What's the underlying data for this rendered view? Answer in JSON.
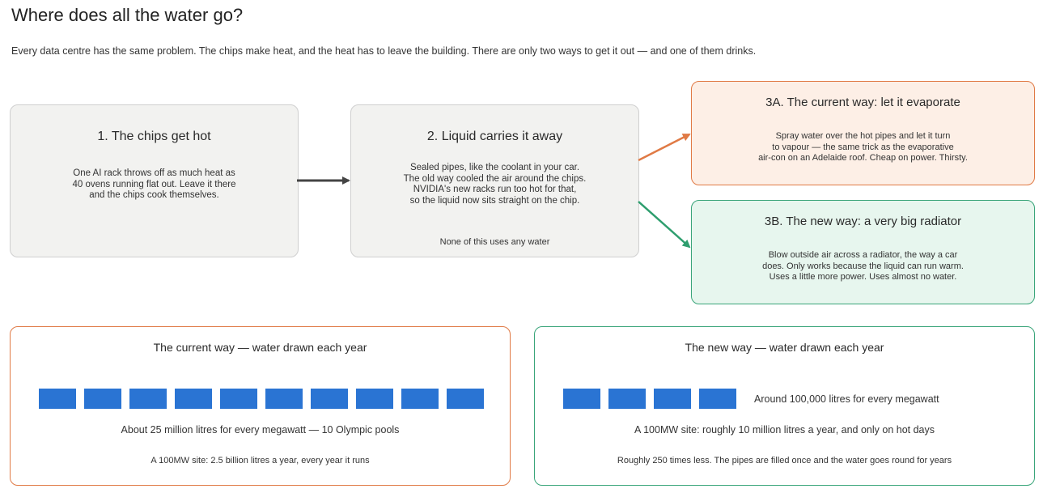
{
  "header": {
    "title": "Where does all the water go?",
    "subtitle": "Every data centre has the same problem. The chips make heat, and the heat has to leave the building. There are only two ways to get it out — and one of them drinks."
  },
  "steps": {
    "step1": {
      "title": "1.  The chips get hot",
      "body": "One AI rack throws off as much heat as\n40 ovens running flat out. Leave it there\nand the chips cook themselves."
    },
    "step2": {
      "title": "2.  Liquid carries it away",
      "body": "Sealed pipes, like the coolant in your car.\nThe old way cooled the air around the chips.\nNVIDIA's new racks run too hot for that,\nso the liquid now sits straight on the chip.",
      "note": "None of this uses any water"
    },
    "step3a": {
      "title": "3A.  The current way: let it evaporate",
      "body": "Spray water over the hot pipes and let it turn\nto vapour — the same trick as the evaporative\nair-con on an Adelaide roof. Cheap on power. Thirsty."
    },
    "step3b": {
      "title": "3B.  The new way: a very big radiator",
      "body": "Blow outside air across a radiator, the way a car\ndoes. Only works because the liquid can run warm.\nUses a little more power. Uses almost no water."
    }
  },
  "panels": {
    "current": {
      "title": "The current way — water drawn each year",
      "blocks": 10,
      "line": "About 25 million litres for every megawatt — 10 Olympic pools",
      "small": "A 100MW site: 2.5 billion litres a year, every year it runs"
    },
    "new": {
      "title": "The new way — water drawn each year",
      "blocks": 4,
      "block_label": "Around 100,000 litres for every megawatt",
      "line": "A 100MW site: roughly 10 million litres a year, and only on hot days",
      "small": "Roughly 250 times less. The pipes are filled once and the water goes round for years"
    }
  },
  "colors": {
    "block": "#2a74d3",
    "arrow_dark": "#444444",
    "arrow_orange": "#e07a45",
    "arrow_green": "#2e9e6e"
  }
}
